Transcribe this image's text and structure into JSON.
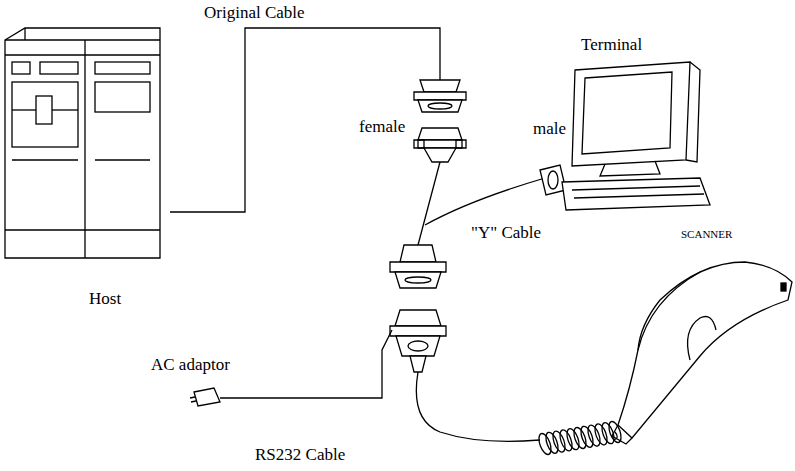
{
  "diagram": {
    "labels": [
      "Original Cable",
      "Terminal",
      "male",
      "female",
      "\"Y\" Cable",
      "SCANNER",
      "Host",
      "AC adaptor",
      "RS232 Cable"
    ]
  }
}
